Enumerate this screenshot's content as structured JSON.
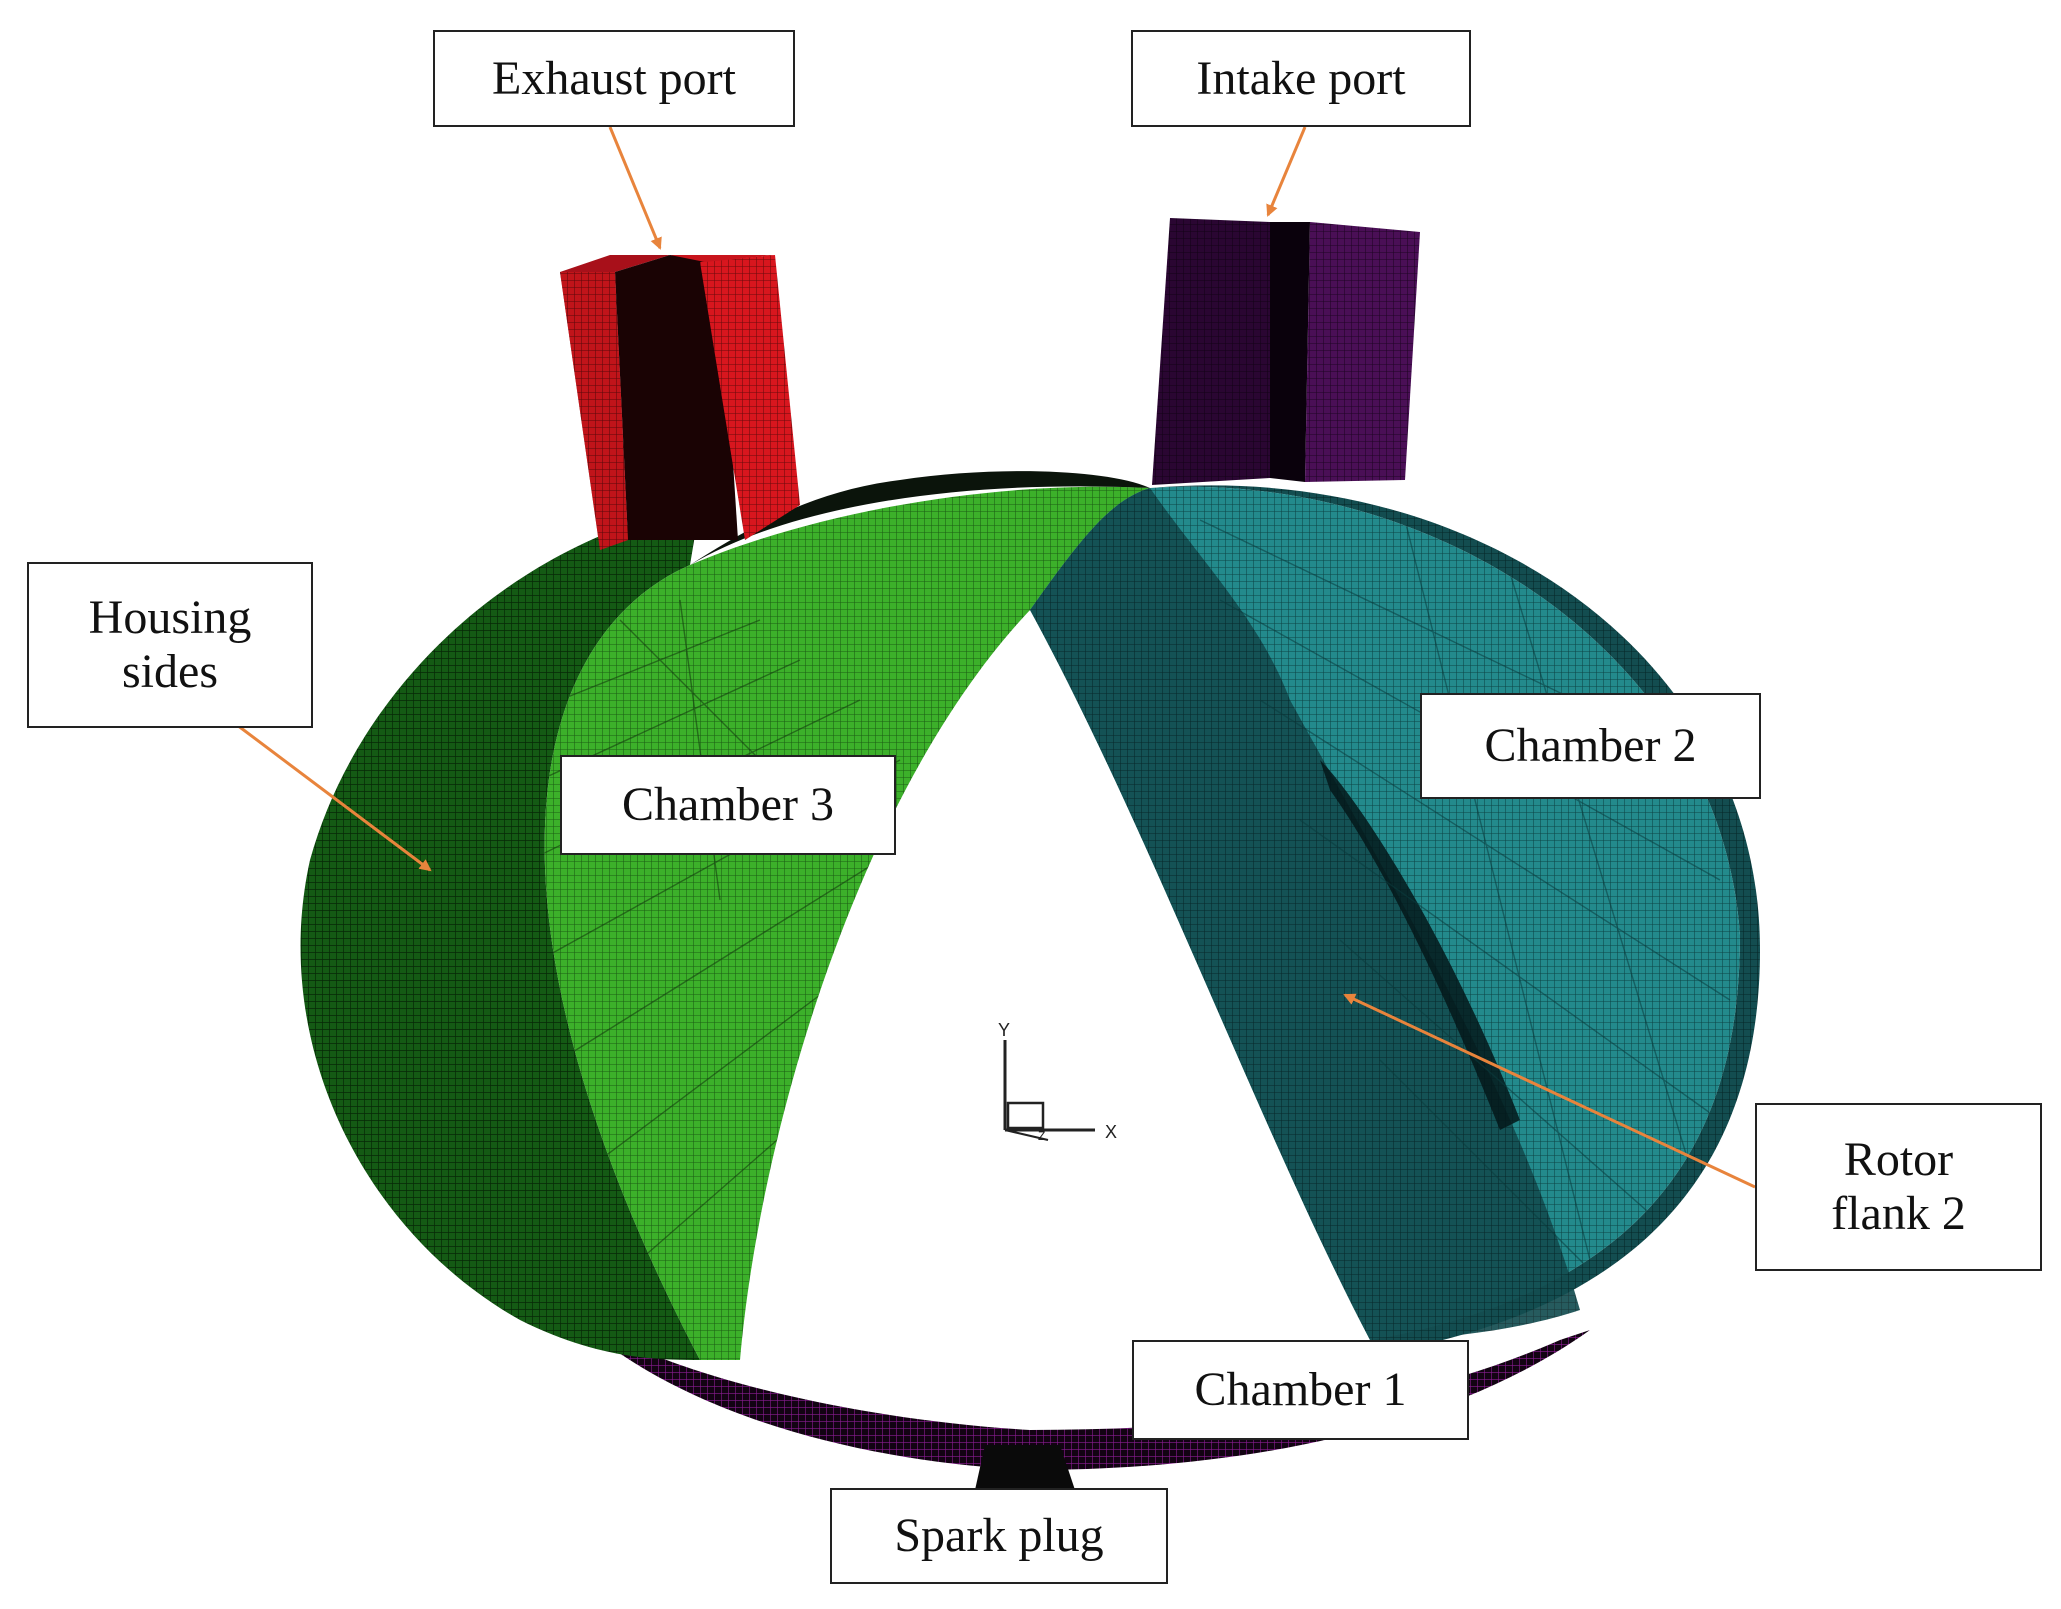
{
  "labels": {
    "exhaust_port": "Exhaust port",
    "intake_port": "Intake port",
    "housing_sides": "Housing\nsides",
    "chamber_3": "Chamber 3",
    "chamber_2": "Chamber 2",
    "rotor_flank_2": "Rotor\nflank 2",
    "chamber_1": "Chamber 1",
    "spark_plug": "Spark plug"
  },
  "axes": {
    "x": "X",
    "y": "Y",
    "z": "Z"
  },
  "icons": {
    "triad": "coordinate-triad-icon"
  },
  "colors": {
    "exhaust": "#c8141c",
    "intake": "#3a0a44",
    "housing": "#0f4a0f",
    "chamber_3": "#3aa826",
    "chamber_2": "#1f7a7c",
    "chamber_1": "#6a1670",
    "arrow": "#e8843c"
  }
}
